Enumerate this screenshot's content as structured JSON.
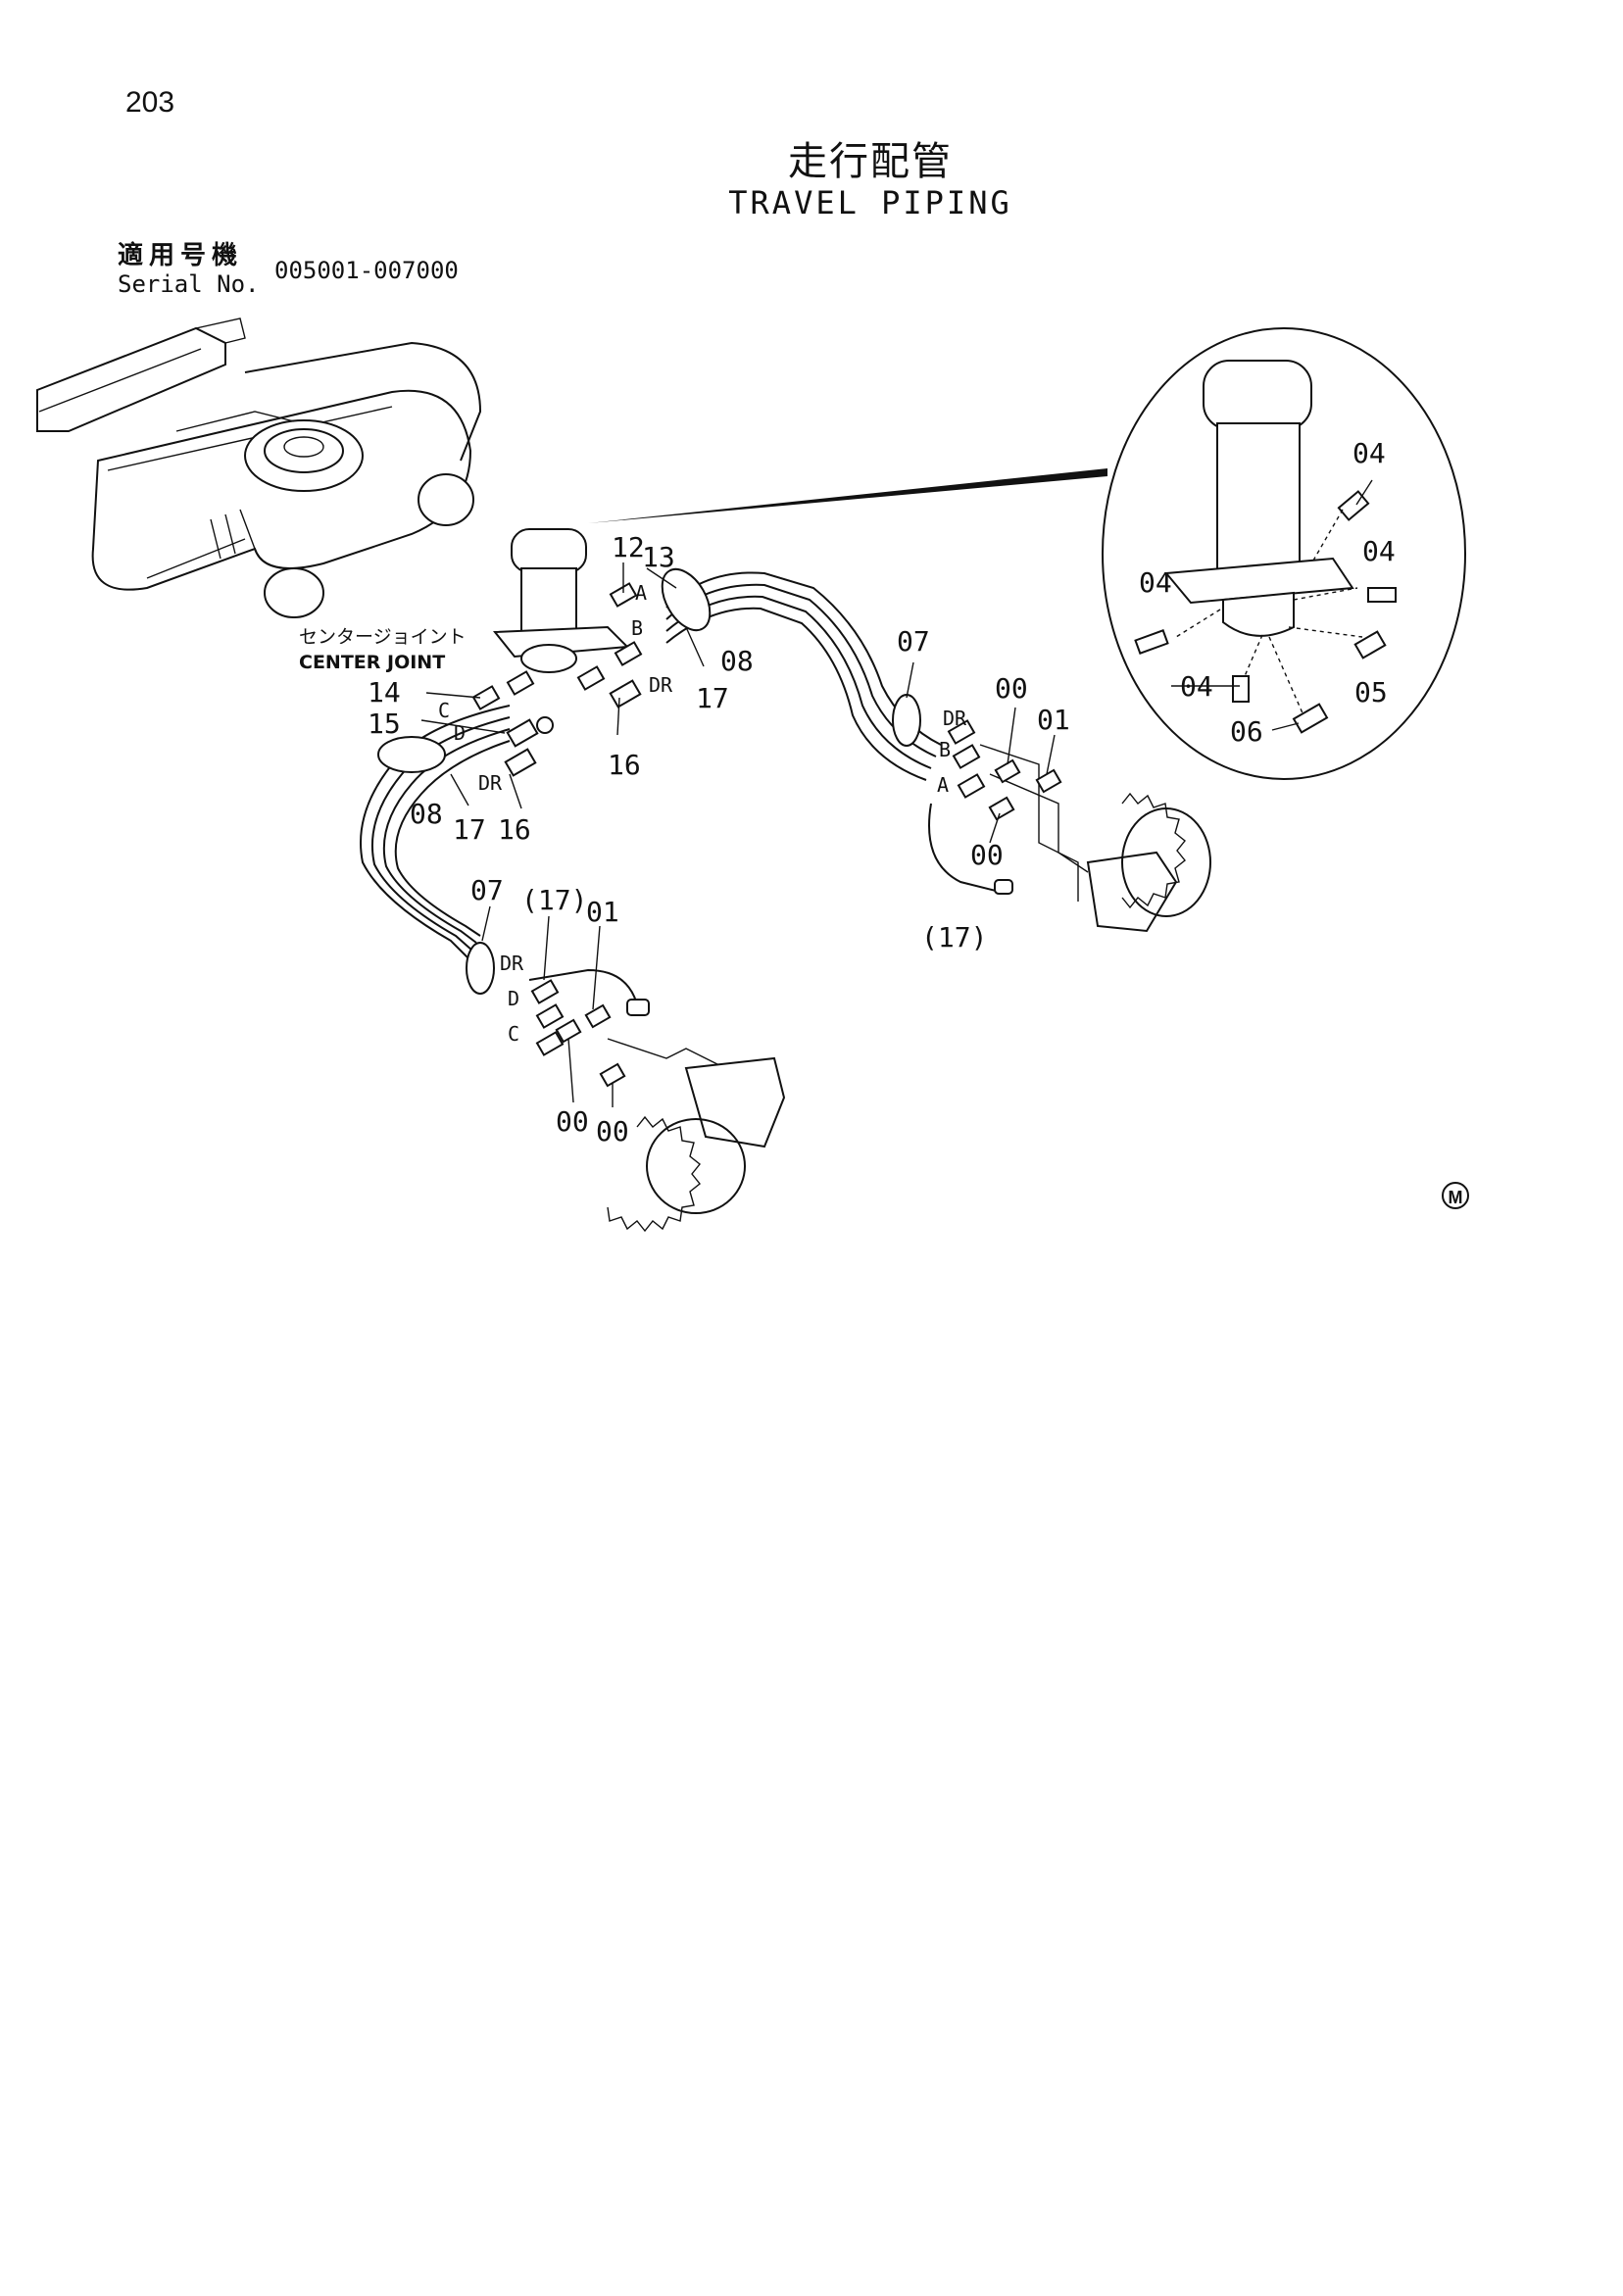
{
  "page_number": "203",
  "title_jp": "走行配管",
  "title_en": "TRAVEL PIPING",
  "serial": {
    "label_jp": "適用号機",
    "label_en": "Serial No.",
    "value": "005001-007000"
  },
  "center_joint": {
    "label_jp": "センタージョイント",
    "label_en": "CENTER JOINT"
  },
  "part_labels": {
    "l12": "12",
    "l13": "13",
    "l08a": "08",
    "l17a": "17",
    "l14": "14",
    "l15": "15",
    "l08b": "08",
    "l17b": "17",
    "l16a": "16",
    "l16b": "16",
    "l07a": "07",
    "l00a": "00",
    "l01a": "01",
    "l00b": "00",
    "l17c": "(17)",
    "l07b": "07",
    "l17d": "(17)",
    "l01b": "01",
    "l00c": "00",
    "l00d": "00",
    "i04a": "04",
    "i04b": "04",
    "i04c": "04",
    "i04d": "04",
    "i05": "05",
    "i06": "06"
  },
  "port_labels": {
    "A1": "A",
    "B1": "B",
    "DR1": "DR",
    "C1": "C",
    "D1": "D",
    "DR2": "DR",
    "DR3": "DR",
    "B2": "B",
    "A2": "A",
    "DR4": "DR",
    "D2": "D",
    "C2": "C"
  },
  "mark": "M"
}
